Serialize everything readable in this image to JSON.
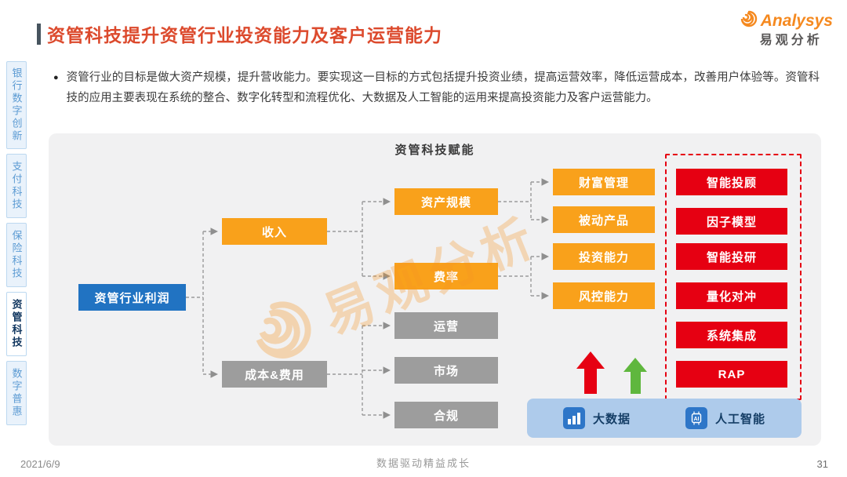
{
  "header": {
    "title": "资管科技提升资管行业投资能力及客户运营能力",
    "logo": {
      "brand": "Analysys",
      "brand_cn": "易观分析"
    }
  },
  "intro": {
    "marker": "●",
    "text": "资管行业的目标是做大资产规模，提升营收能力。要实现这一目标的方式包括提升投资业绩，提高运营效率，降低运营成本，改善用户体验等。资管科技的应用主要表现在系统的整合、数字化转型和流程优化、大数据及人工智能的运用来提高投资能力及客户运营能力。"
  },
  "sidebar": {
    "items": [
      {
        "label": "银行数字创新",
        "active": false
      },
      {
        "label": "支付科技",
        "active": false
      },
      {
        "label": "保险科技",
        "active": false
      },
      {
        "label": "资管科技",
        "active": true
      },
      {
        "label": "数字普惠",
        "active": false
      }
    ]
  },
  "diagram": {
    "title": "资管科技赋能",
    "nodes": {
      "root": "资管行业利润",
      "income": "收入",
      "cost": "成本&费用",
      "scale": "资产规模",
      "fee": "费率",
      "operation": "运营",
      "market": "市场",
      "compliance": "合规",
      "wealth": "财富管理",
      "passive": "被动产品",
      "invest": "投资能力",
      "risk": "风控能力"
    },
    "tech_items": [
      {
        "label": "智能投顾"
      },
      {
        "label": "因子模型"
      },
      {
        "label": "智能投研"
      },
      {
        "label": "量化对冲"
      },
      {
        "label": "系统集成"
      },
      {
        "label": "RAP"
      }
    ],
    "legend": [
      {
        "label": "大数据"
      },
      {
        "label": "人工智能",
        "icon_text": "AI"
      }
    ],
    "watermark": "易观分析"
  },
  "footer": {
    "date": "2021/6/9",
    "slogan": "数据驱动精益成长",
    "page": "31"
  },
  "colors": {
    "title_red": "#DC4A2D",
    "node_blue": "#2173C2",
    "node_orange": "#F9A11B",
    "node_gray": "#9D9D9D",
    "node_red": "#E60012",
    "arrow_green": "#5FB73E",
    "legend_bg": "#AECBEB",
    "brand_orange": "#F5891F"
  }
}
